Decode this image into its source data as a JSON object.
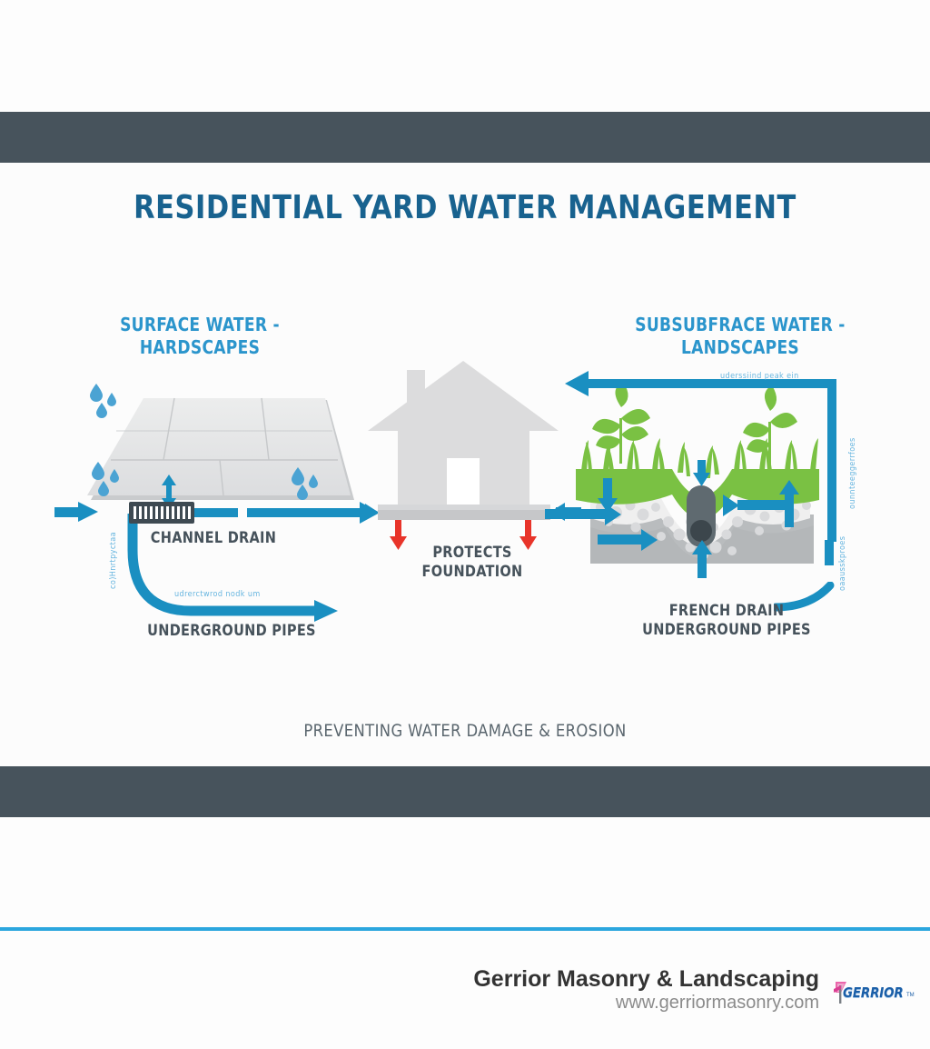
{
  "poster": {
    "title": "RESIDENTIAL YARD WATER MANAGEMENT",
    "tagline": "PREVENTING WATER DAMAGE & EROSION"
  },
  "sections": {
    "left": {
      "heading": "SURFACE WATER -\nHARDSCAPES",
      "heading_line1": "SURFACE WATER -",
      "heading_line2": "HARDSCAPES",
      "captions": {
        "channel_drain": "CHANNEL DRAIN",
        "underground_pipes": "UNDERGROUND PIPES"
      },
      "faux_labels": {
        "vertical": "co)Hnrtpyctaa",
        "horizontal": "udrerctwrod nodk um"
      }
    },
    "center": {
      "caption_line1": "PROTECTS",
      "caption_line2": "FOUNDATION"
    },
    "right": {
      "heading_line1": "SUBSUBFRACE WATER -",
      "heading_line2": "LANDSCAPES",
      "captions": {
        "french_drain": "FRENCH DRAIN",
        "underground_pipes": "UNDERGROUND PIPES"
      },
      "faux_labels": {
        "top": "uderssiind peak ein",
        "vertical_upper": "ounnteeggerrfoes",
        "vertical_lower": "oaausskproes"
      }
    }
  },
  "footer": {
    "company": "Gerrior Masonry & Landscaping",
    "website": "www.gerriormasonry.com",
    "logo_text": "GERRIOR",
    "logo_tm": "TM"
  },
  "colors": {
    "bar": "#47535c",
    "title_blue": "#18628f",
    "accent_blue": "#2b95cc",
    "arrow_blue": "#1a8fc1",
    "rule_blue": "#2ba6de",
    "caption_gray": "#46525b",
    "red_arrow": "#e8342a",
    "grass_green": "#7ac143",
    "hardscape_gray": "#e3e4e6",
    "house_gray": "#dcdcdd",
    "soil_gray": "#b4b7b9"
  }
}
